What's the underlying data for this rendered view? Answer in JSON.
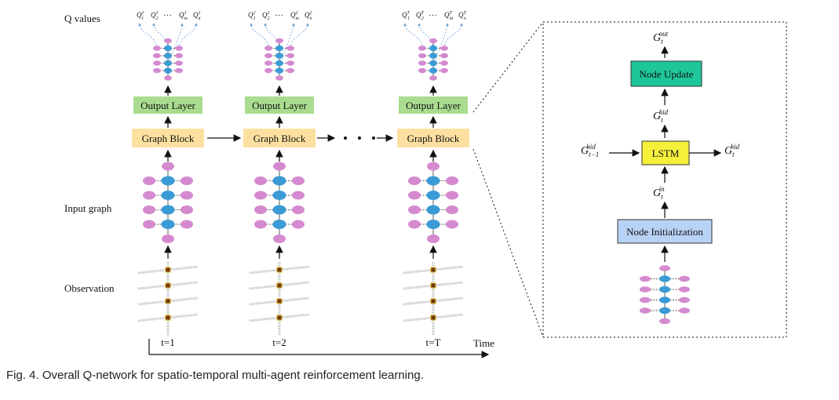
{
  "row_labels": {
    "q_values": "Q values",
    "input_graph": "Input graph",
    "observation": "Observation"
  },
  "columns": [
    {
      "time_label": "t=1",
      "output_layer": "Output Layer",
      "graph_block": "Graph Block",
      "q_first": "Q",
      "q_sup": "1"
    },
    {
      "time_label": "t=2",
      "output_layer": "Output Layer",
      "graph_block": "Graph Block",
      "q_first": "Q",
      "q_sup": "2"
    },
    {
      "time_label": "t=T",
      "output_layer": "Output Layer",
      "graph_block": "Graph Block",
      "q_first": "Q",
      "q_sup": "T"
    }
  ],
  "time_axis_label": "Time",
  "detail": {
    "g_out": "G",
    "g_out_sub": "t",
    "g_out_sup": "out",
    "node_update": "Node Update",
    "g_hid": "G",
    "g_hid_sub": "t",
    "g_hid_sup": "hid",
    "lstm": "LSTM",
    "g_prev": "G",
    "g_prev_sub": "t−1",
    "g_prev_sup": "hid",
    "g_next": "G",
    "g_next_sub": "t",
    "g_next_sup": "hid",
    "g_in": "G",
    "g_in_sub": "t",
    "g_in_sup": "in",
    "node_init": "Node Initialization"
  },
  "caption": "Fig. 4. Overall Q-network for spatio-temporal multi-agent reinforcement learning.",
  "colors": {
    "output_layer": "#a9dc8f",
    "graph_block": "#fde0a0",
    "node_update": "#1ec79a",
    "lstm": "#f5f03c",
    "node_init": "#b8d2f5",
    "purple_node": "#d58ad0",
    "blue_node": "#3a9bd6"
  }
}
